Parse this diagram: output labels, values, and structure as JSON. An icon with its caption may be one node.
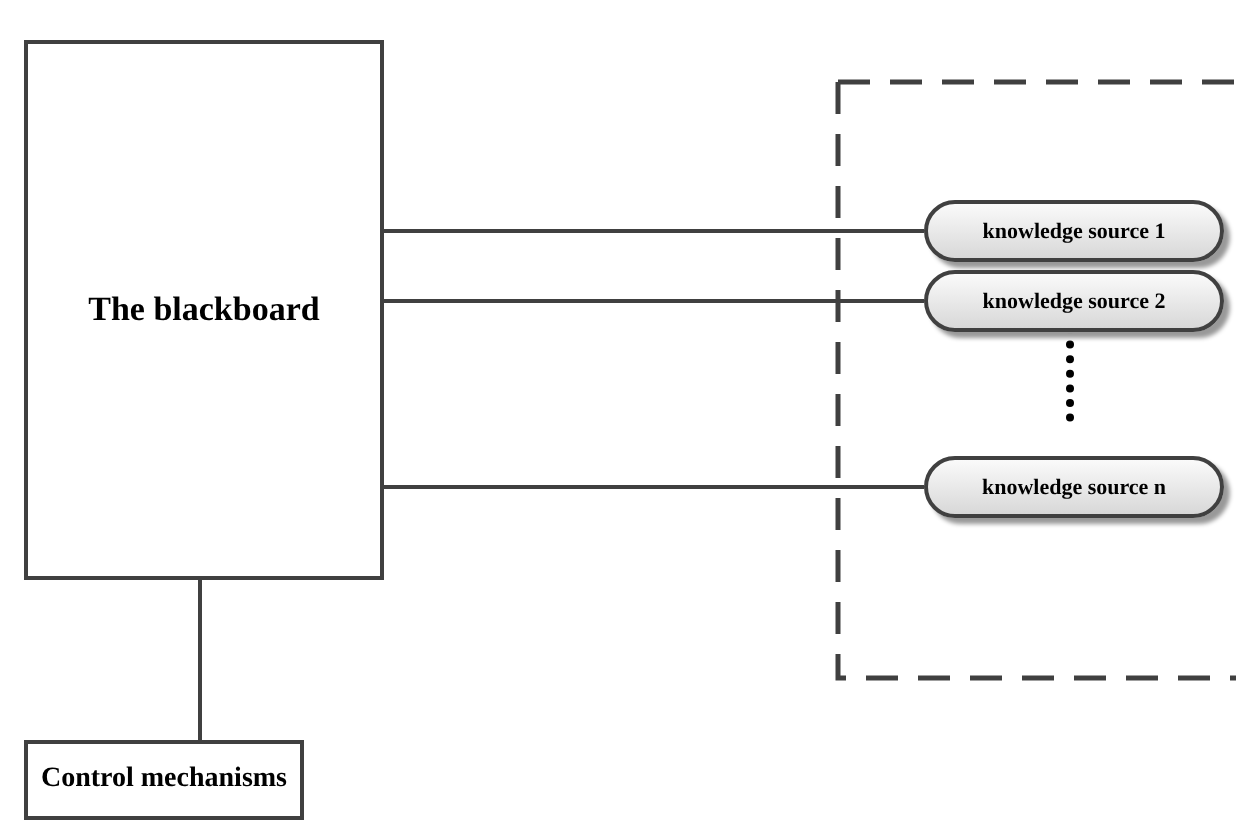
{
  "diagram": {
    "nodes": [
      {
        "text": [
          "The blackboard"
        ]
      },
      {
        "text": [],
        "shape": "box"
      },
      {
        "text": [
          "knowledge source 1"
        ],
        "in": 1
      },
      {
        "text": [
          "knowledge source 2"
        ],
        "in": 1
      },
      {
        "text": [
          "knowledge source n"
        ],
        "in": 1
      },
      {
        "text": [
          "Control mechanisms"
        ]
      }
    ],
    "edges": [
      {
        "from": 0,
        "to": 2,
        "arrow": "none"
      },
      {
        "from": 0,
        "to": 3,
        "arrow": "none"
      },
      {
        "from": 0,
        "to": 4,
        "arrow": "none"
      },
      {
        "from": 0,
        "to": 5,
        "arrow": "none"
      }
    ]
  }
}
